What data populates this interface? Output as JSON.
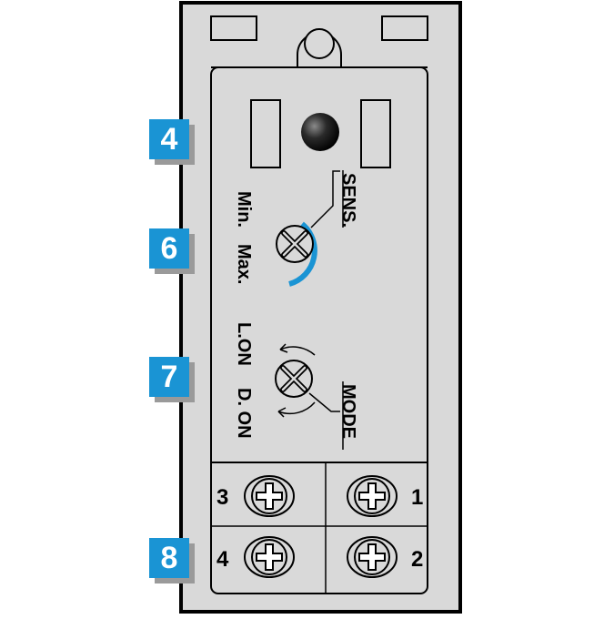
{
  "colors": {
    "housing_fill": "#d9d9d9",
    "outline": "#000000",
    "accent_blue": "#1a94d4",
    "callout_shadow": "#9a9a9a"
  },
  "callouts": [
    {
      "label": "4",
      "icon": "callout-badge"
    },
    {
      "label": "6",
      "icon": "callout-badge"
    },
    {
      "label": "7",
      "icon": "callout-badge"
    },
    {
      "label": "8",
      "icon": "callout-badge"
    }
  ],
  "sensitivity": {
    "label": "SENS.",
    "min_label": "Min.",
    "max_label": "Max."
  },
  "mode": {
    "label": "MODE",
    "light_on_label": "L.ON",
    "dark_on_label": "D. ON"
  },
  "terminals": {
    "top_left": "3",
    "top_right": "1",
    "bottom_left": "4",
    "bottom_right": "2"
  }
}
